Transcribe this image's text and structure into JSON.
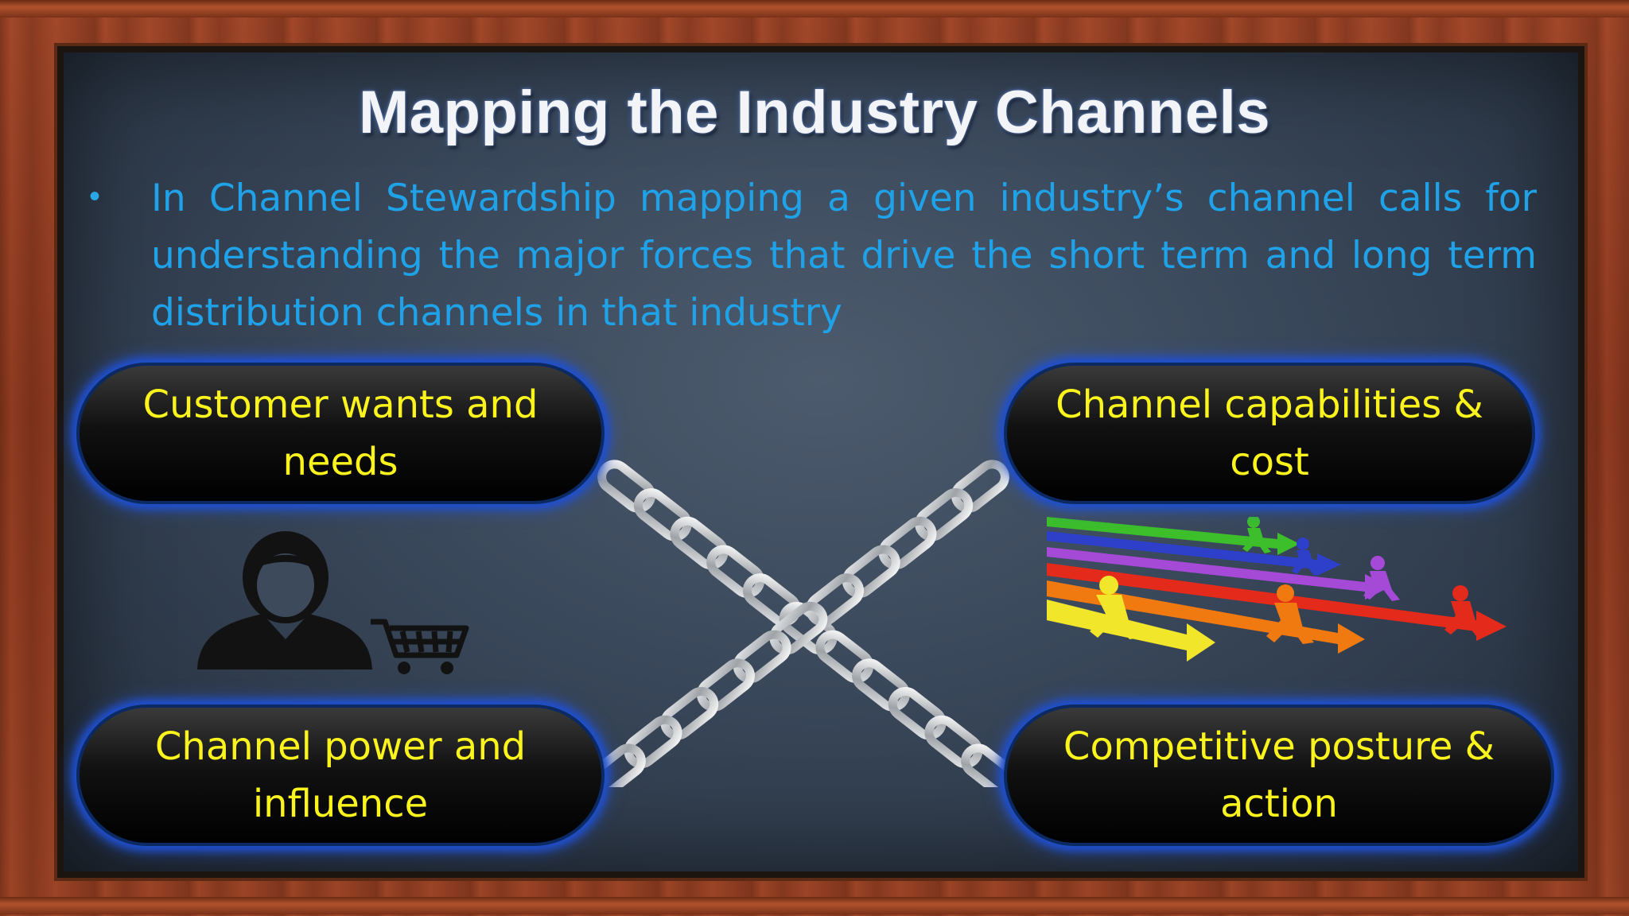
{
  "slide": {
    "title": "Mapping the Industry Channels",
    "bullet_marker": "•",
    "bullet_text": "In Channel Stewardship mapping a given industry’s channel calls for understanding the major forces that drive the short term and long term distribution channels in that industry"
  },
  "forces": {
    "top_left": "Customer wants and needs",
    "top_right": "Channel capabilities & cost",
    "bottom_left": "Channel power and influence",
    "bottom_right": "Competitive posture & action"
  },
  "icons": {
    "center": "crossed-chains-icon",
    "left": "shopper-with-cart-icon",
    "right": "running-figures-on-arrows-icon"
  },
  "colors": {
    "title": "#f2f4f8",
    "bullet_text": "#1fa2e8",
    "pill_text": "#fbf31c",
    "pill_glow": "#1e4fd0",
    "board": "#39475a",
    "wood": "#9c4426"
  }
}
